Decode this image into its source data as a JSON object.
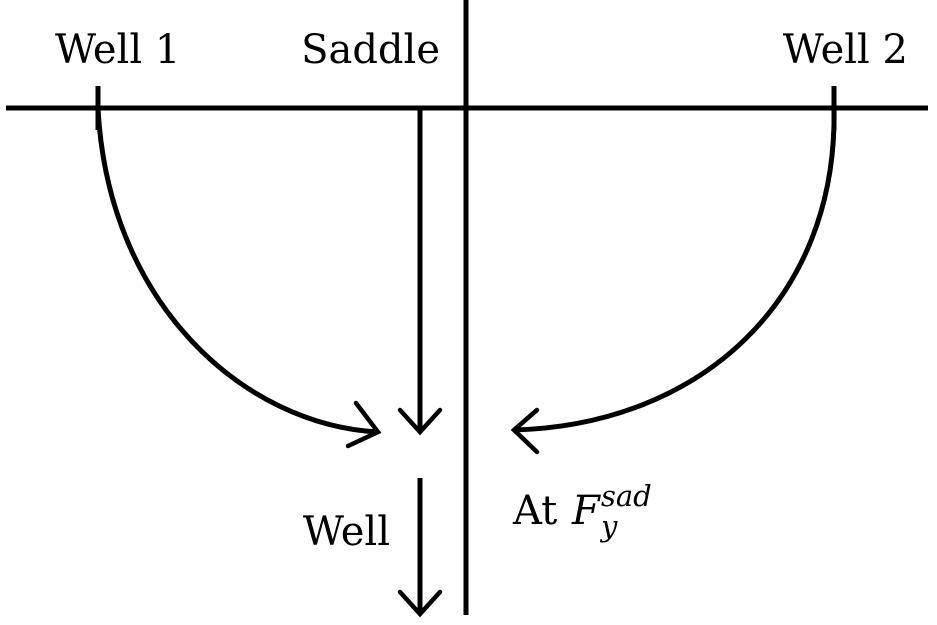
{
  "labels": {
    "well1": "Well 1",
    "saddle": "Saddle",
    "well2": "Well 2",
    "well": "Well",
    "at": "At",
    "force_symbol": "F",
    "force_superscript": "sad",
    "force_subscript": "y"
  },
  "colors": {
    "line": "#000000",
    "background": "#ffffff"
  }
}
